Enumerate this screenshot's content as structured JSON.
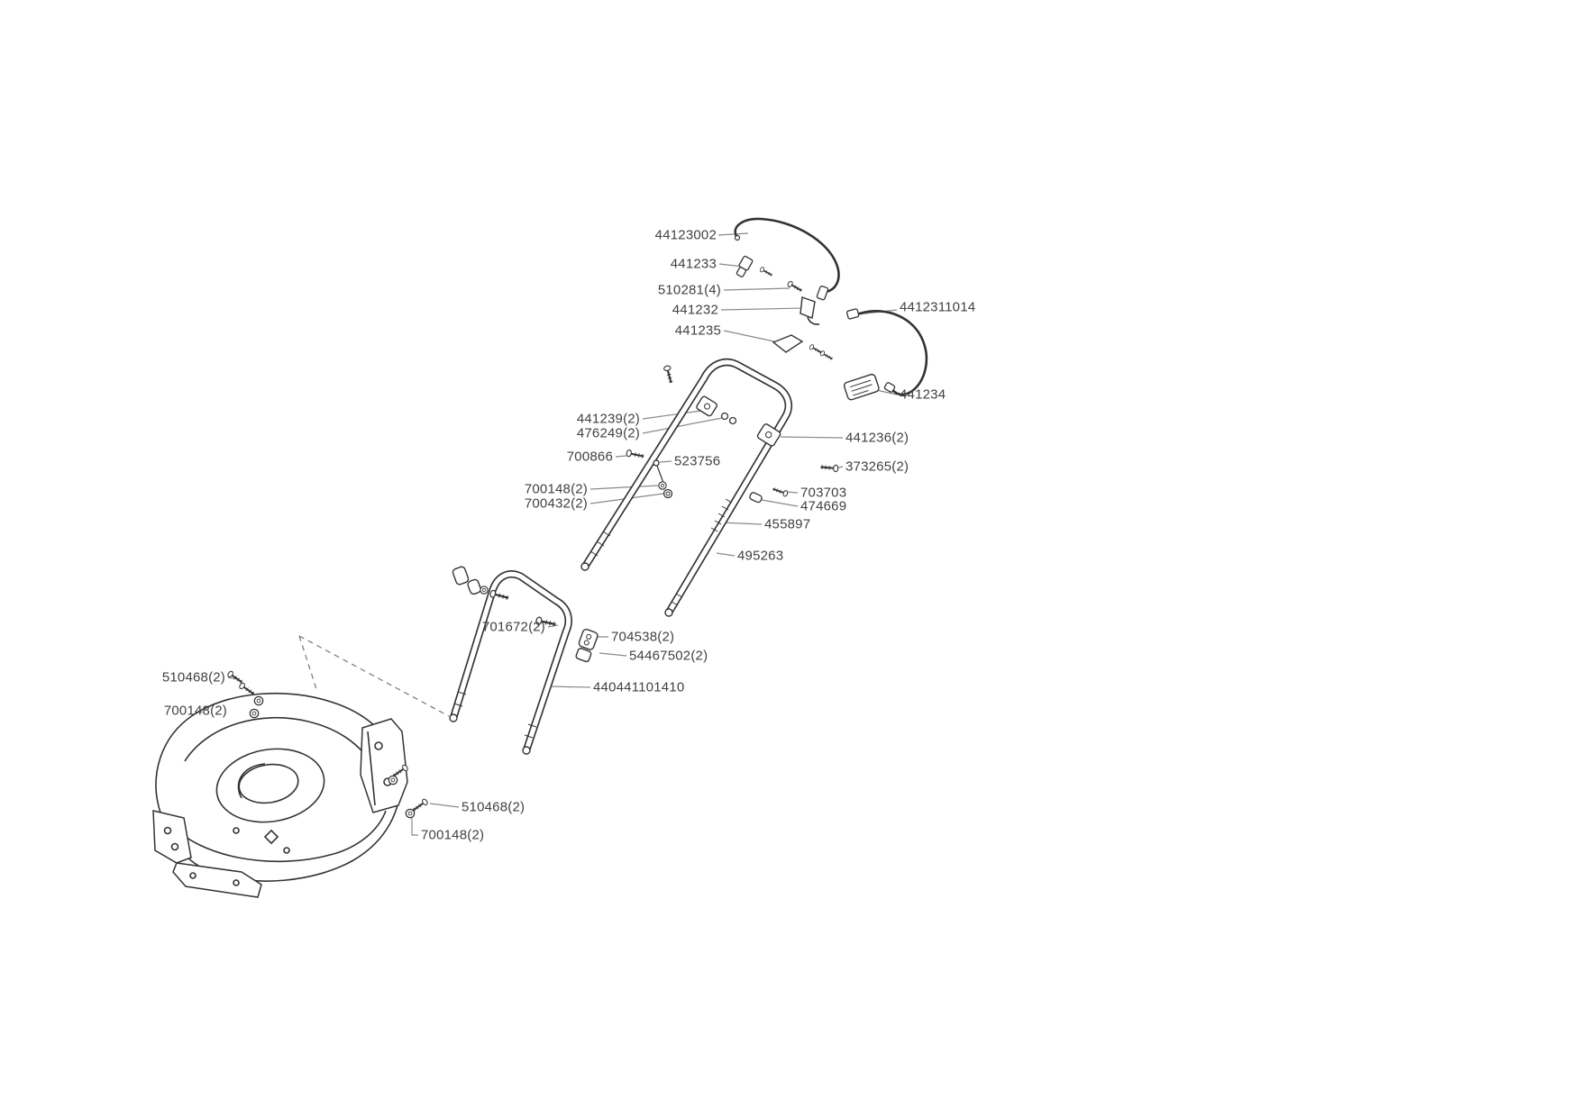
{
  "diagram": {
    "line_color": "#333333",
    "leader_color": "#8a8a8a",
    "label_color": "#414141",
    "background": "#ffffff",
    "labels": [
      {
        "part": "44123002"
      },
      {
        "part": "441233"
      },
      {
        "part": "510281(4)"
      },
      {
        "part": "441232"
      },
      {
        "part": "4412311014"
      },
      {
        "part": "441235"
      },
      {
        "part": "441234"
      },
      {
        "part": "441239(2)"
      },
      {
        "part": "476249(2)"
      },
      {
        "part": "441236(2)"
      },
      {
        "part": "700866"
      },
      {
        "part": "523756"
      },
      {
        "part": "373265(2)"
      },
      {
        "part": "700148(2)"
      },
      {
        "part": "700432(2)"
      },
      {
        "part": "703703"
      },
      {
        "part": "474669"
      },
      {
        "part": "455897"
      },
      {
        "part": "495263"
      },
      {
        "part": "701672(2)"
      },
      {
        "part": "704538(2)"
      },
      {
        "part": "54467502(2)"
      },
      {
        "part": "440441101410"
      },
      {
        "part": "510468(2)"
      },
      {
        "part": "700148(2)"
      },
      {
        "part": "510468(2)"
      },
      {
        "part": "700148(2)"
      }
    ]
  }
}
